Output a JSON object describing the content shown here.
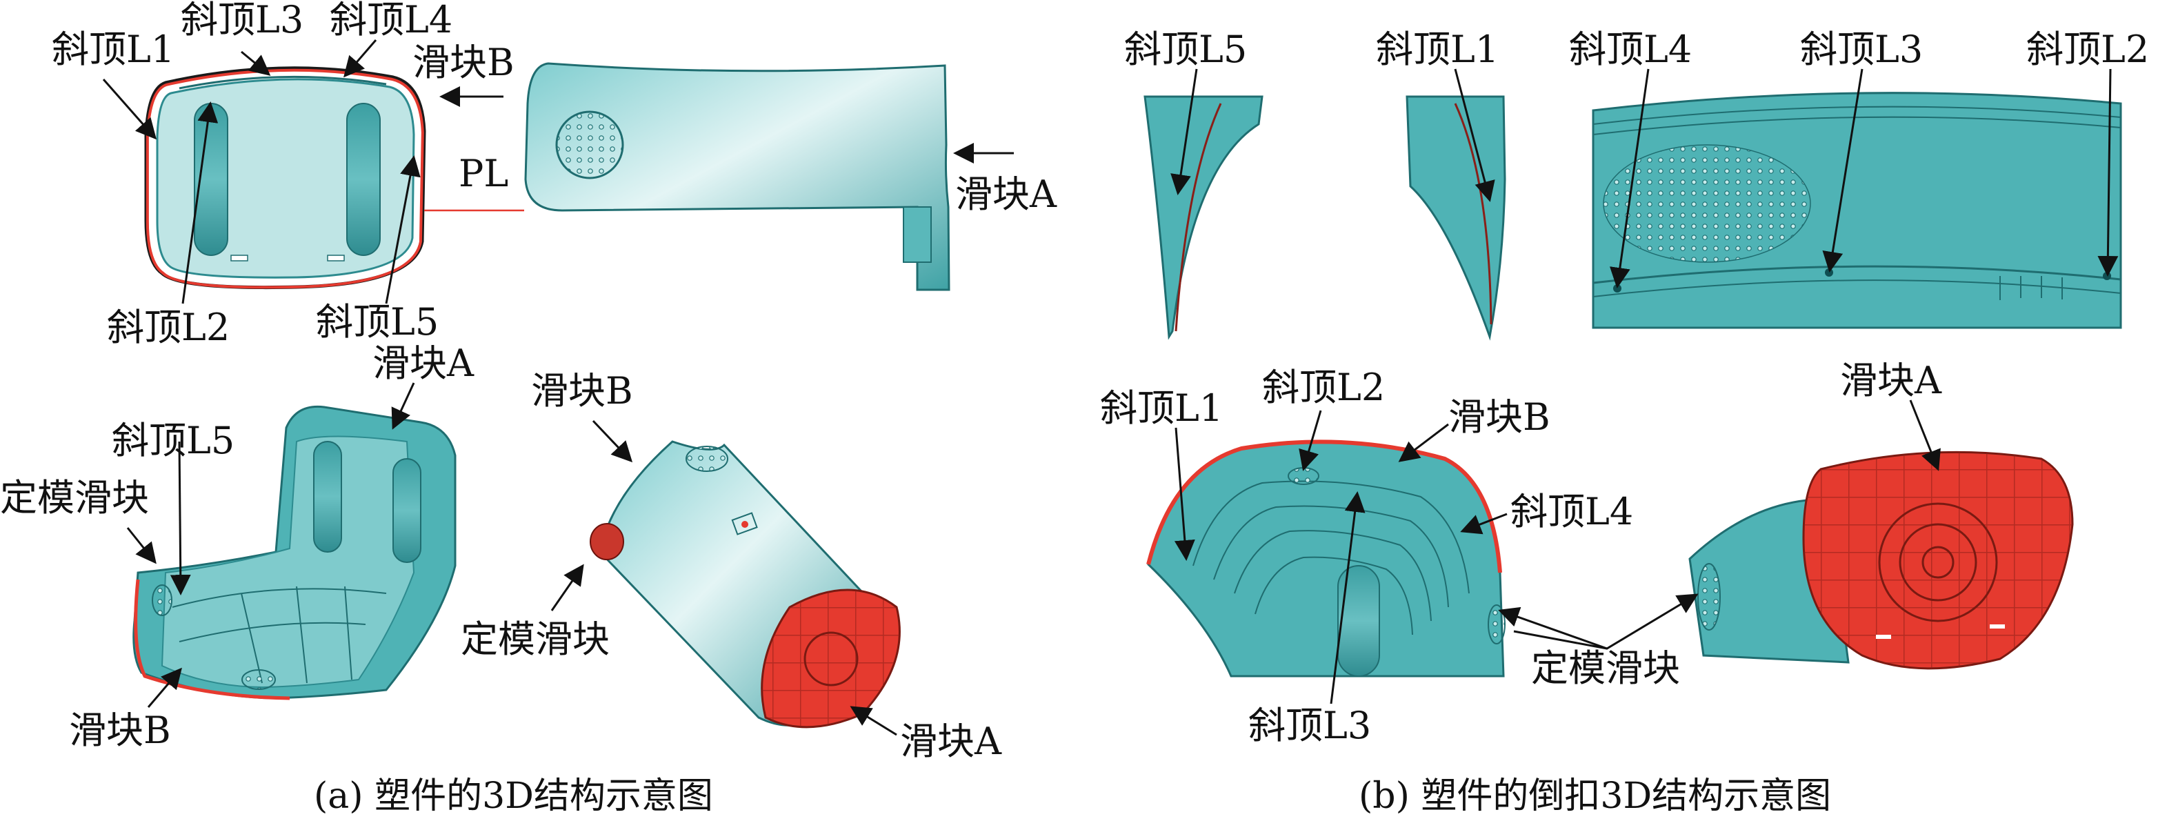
{
  "colors": {
    "teal": "#4fb3b5",
    "teal_light": "#a9dcdc",
    "teal_dark": "#237c80",
    "red": "#e53a2f",
    "ink": "#111111"
  },
  "panel_a": {
    "caption": "(a) 塑件的3D结构示意图",
    "labels": {
      "l1_top": "斜顶L1",
      "l3_top": "斜顶L3",
      "l4_top": "斜顶L4",
      "slider_b_top": "滑块B",
      "pl": "PL",
      "slider_a_side": "滑块A",
      "l2_bottom": "斜顶L2",
      "l5_bottom": "斜顶L5",
      "slider_a_iso": "滑块A",
      "l5_iso": "斜顶L5",
      "fixed_slider_iso": "定模滑块",
      "slider_b_iso": "滑块B",
      "slider_b_rot": "滑块B",
      "fixed_slider_rot": "定模滑块",
      "slider_a_rot": "滑块A"
    }
  },
  "panel_b": {
    "caption": "(b) 塑件的倒扣3D结构示意图",
    "labels": {
      "l5_top": "斜顶L5",
      "l1_top": "斜顶L1",
      "l4_top": "斜顶L4",
      "l3_top": "斜顶L3",
      "l2_top": "斜顶L2",
      "l1_iso": "斜顶L1",
      "l2_iso": "斜顶L2",
      "slider_b_iso": "滑块B",
      "l4_iso": "斜顶L4",
      "fixed_slider_iso": "定模滑块",
      "l3_iso": "斜顶L3",
      "slider_a_iso": "滑块A"
    }
  }
}
